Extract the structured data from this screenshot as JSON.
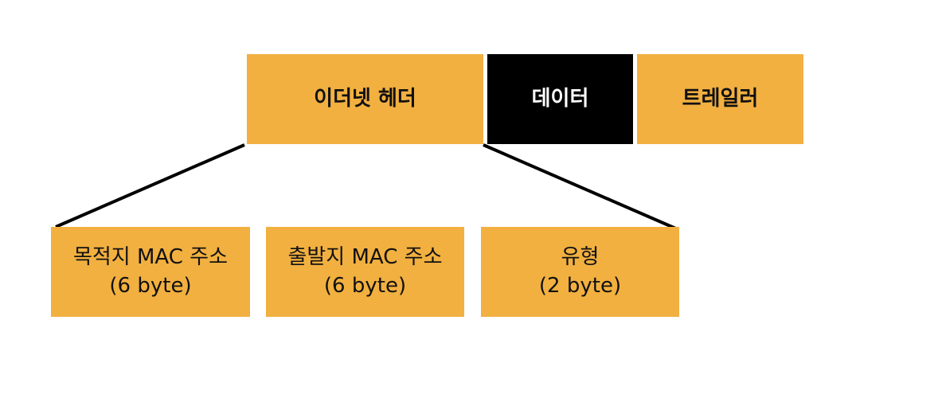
{
  "frame": {
    "header": "이더넷 헤더",
    "data": "데이터",
    "trailer": "트레일러"
  },
  "header_fields": [
    {
      "name": "목적지 MAC 주소",
      "size": "(6 byte)"
    },
    {
      "name": "출발지 MAC 주소",
      "size": "(6 byte)"
    },
    {
      "name": "유형",
      "size": "(2 byte)"
    }
  ],
  "colors": {
    "box_fill": "#F2B040",
    "data_fill": "#000000",
    "line": "#000000"
  }
}
